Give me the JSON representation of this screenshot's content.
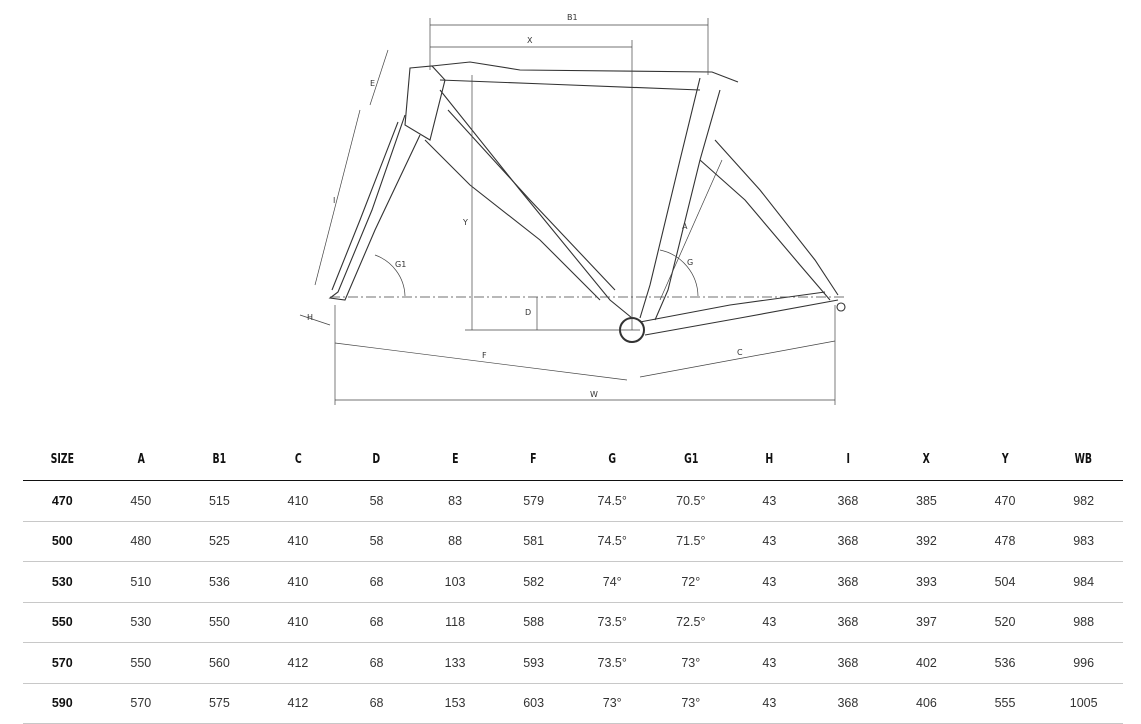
{
  "diagram": {
    "labels": {
      "B1": "B1",
      "X": "X",
      "E": "E",
      "I": "I",
      "G1": "G1",
      "H": "H",
      "Y": "Y",
      "D": "D",
      "F": "F",
      "W": "W",
      "A": "A",
      "G": "G",
      "C": "C"
    }
  },
  "table": {
    "headers": [
      "SIZE",
      "A",
      "B1",
      "C",
      "D",
      "E",
      "F",
      "G",
      "G1",
      "H",
      "I",
      "X",
      "Y",
      "WB"
    ],
    "rows": [
      [
        "470",
        "450",
        "515",
        "410",
        "58",
        "83",
        "579",
        "74.5°",
        "70.5°",
        "43",
        "368",
        "385",
        "470",
        "982"
      ],
      [
        "500",
        "480",
        "525",
        "410",
        "58",
        "88",
        "581",
        "74.5°",
        "71.5°",
        "43",
        "368",
        "392",
        "478",
        "983"
      ],
      [
        "530",
        "510",
        "536",
        "410",
        "68",
        "103",
        "582",
        "74°",
        "72°",
        "43",
        "368",
        "393",
        "504",
        "984"
      ],
      [
        "550",
        "530",
        "550",
        "410",
        "68",
        "118",
        "588",
        "73.5°",
        "72.5°",
        "43",
        "368",
        "397",
        "520",
        "988"
      ],
      [
        "570",
        "550",
        "560",
        "412",
        "68",
        "133",
        "593",
        "73.5°",
        "73°",
        "43",
        "368",
        "402",
        "536",
        "996"
      ],
      [
        "590",
        "570",
        "575",
        "412",
        "68",
        "153",
        "603",
        "73°",
        "73°",
        "43",
        "368",
        "406",
        "555",
        "1005"
      ]
    ]
  }
}
